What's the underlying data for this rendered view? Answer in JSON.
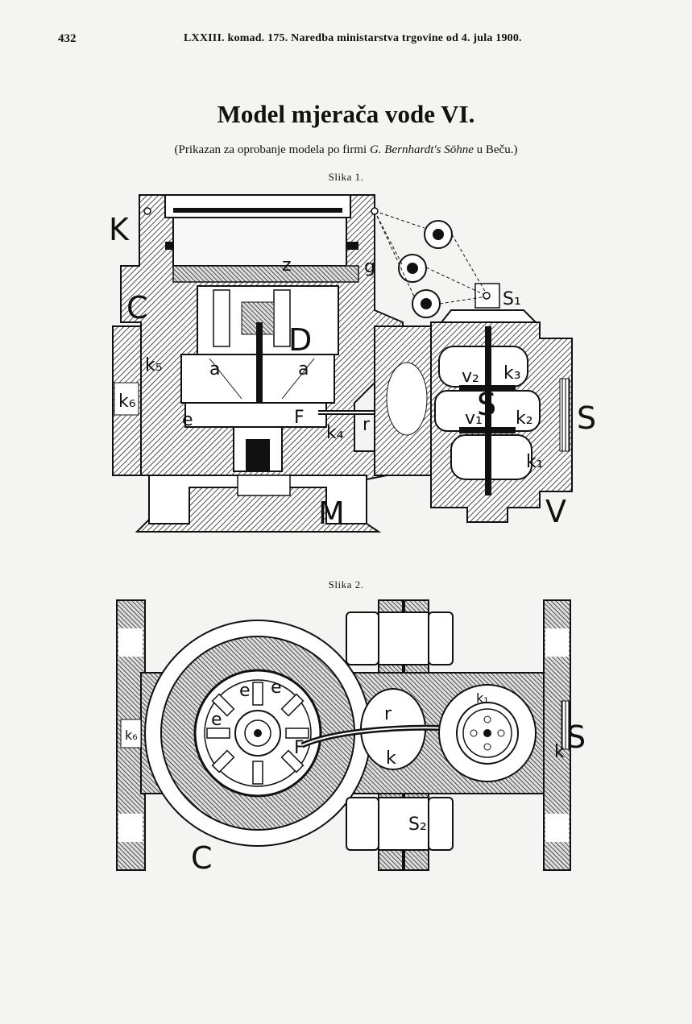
{
  "header": {
    "page_number": "432",
    "running_head": "LXXIII. komad. 175. Naredba ministarstva trgovine od 4. jula 1900."
  },
  "title": "Model mjerača vode VI.",
  "subtitle": {
    "prefix": "(Prikazan za oprobanje modela po firmi",
    "firm": "G. Bernhardt's Söhne",
    "suffix": "u Beču.)"
  },
  "figure1": {
    "caption": "Slika 1.",
    "labels": {
      "K": "K",
      "C": "C",
      "D": "D",
      "M": "M",
      "S": "S",
      "V": "V",
      "S1": "S₁",
      "g": "g",
      "z": "z",
      "a_left": "a",
      "a_right": "a",
      "k5": "k₅",
      "k6": "k₆",
      "e": "e",
      "F": "F",
      "k4": "k₄",
      "r": "r",
      "v2": "v₂",
      "k3": "k₃",
      "S_inner": "S",
      "v1": "v₁",
      "k2": "k₂",
      "k1": "k₁"
    }
  },
  "figure2": {
    "caption": "Slika 2.",
    "labels": {
      "k6": "k₆",
      "e1": "e",
      "e2": "e",
      "e3": "e",
      "F": "F",
      "r": "r",
      "k": "k",
      "k1": "k₁",
      "k_right": "k",
      "S": "S",
      "S2": "S₂",
      "C": "C"
    }
  }
}
